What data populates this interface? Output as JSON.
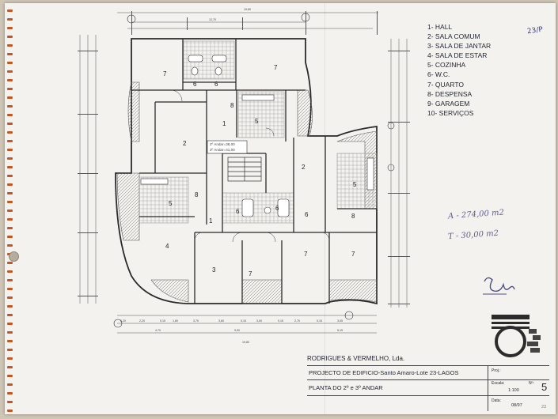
{
  "legend": [
    "1- HALL",
    "2- SALA COMUM",
    "3- SALA DE JANTAR",
    "4- SALA DE ESTAR",
    "5- COZINHA",
    "6- W.C.",
    "7- QUARTO",
    "8- DESPENSA",
    "9- GARAGEM",
    "10- SERVIÇOS"
  ],
  "sheet_ref": "23/P",
  "handwritten": {
    "area_a": "A - 274,00 m2",
    "area_t": "T - 30,00 m2"
  },
  "floor_notes": {
    "floor2": "2º Andar=38,00",
    "floor3": "3º Andar=41,00"
  },
  "room_labels": {
    "r7a": "7",
    "r6a": "6",
    "r6b": "6",
    "r7b": "7",
    "r8a": "8",
    "r1a": "1",
    "r5a": "5",
    "r2a": "2",
    "r2b": "2",
    "r5b": "5",
    "r8b": "8",
    "r5c": "5",
    "r1b": "1",
    "r6c": "6",
    "r6d": "6",
    "r6e": "6",
    "r8c": "8",
    "r4": "4",
    "r3": "3",
    "r7c": "7",
    "r7d": "7",
    "r7e": "7"
  },
  "dimensions": {
    "top_total": "19,80",
    "top_mid": "12,70",
    "bottom_total": "19,80",
    "bottom_a": "4,70",
    "bottom_b": "9,90",
    "bottom_c": "5,15",
    "bottom_row": [
      "0,20",
      "2,20",
      "0,15",
      "1,80",
      "3,70",
      "3,60",
      "0,15",
      "3,00",
      "0,15",
      "2,70",
      "0,15",
      "3,05"
    ]
  },
  "title_block": {
    "company": "RODRIGUES & VERMELHO, Lda.",
    "project": "PROJECTO DE EDIFICIO-Santo Amaro-Lote 23-LAGOS",
    "plan": "PLANTA DO 2º e 3º ANDAR",
    "proj_label": "Proj.:",
    "escala_label": "Escala:",
    "escala_value": "1:100",
    "num_label": "Nº:",
    "num_value": "5",
    "data_label": "Data:",
    "data_value": "08/97",
    "corner_ref": "23"
  }
}
